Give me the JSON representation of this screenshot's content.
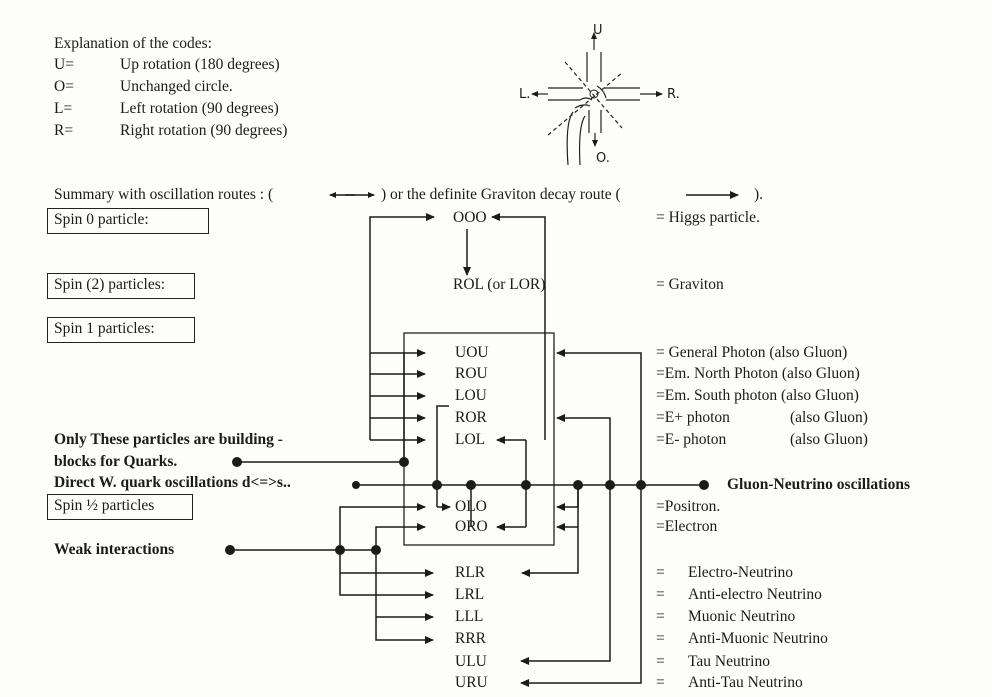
{
  "legend": {
    "heading": "Explanation of the codes:",
    "items": [
      {
        "code": "U=",
        "desc": "Up  rotation (180 degrees)"
      },
      {
        "code": "O=",
        "desc": "Unchanged circle."
      },
      {
        "code": "L=",
        "desc": "Left rotation (90 degrees)"
      },
      {
        "code": "R=",
        "desc": "Right rotation (90 degrees)"
      }
    ]
  },
  "sketch": {
    "u": "U",
    "l": "L.",
    "r": "R.",
    "o": "O."
  },
  "summary": {
    "text_a": "Summary with oscillation routes : (",
    "text_b": ") or the definite Graviton decay route (",
    "text_c": ")."
  },
  "categories": {
    "spin0": "Spin 0 particle:",
    "spin2": "Spin (2) particles:",
    "spin1": "Spin 1 particles:",
    "spinhalf": "Spin ½ particles"
  },
  "codes": {
    "ooo": "OOO",
    "rol": "ROL (or LOR)",
    "uou": "UOU",
    "rou": "ROU",
    "lou": "LOU",
    "ror": "ROR",
    "lol": "LOL",
    "olo": "OLO",
    "oro": "ORO",
    "rlr": "RLR",
    "lrl": "LRL",
    "lll": "LLL",
    "rrr": "RRR",
    "ulu": "ULU",
    "uru": "URU"
  },
  "names": {
    "higgs": "= Higgs particle.",
    "graviton": "= Graviton",
    "uou": "= General Photon (also Gluon)",
    "rou": "=Em. North Photon (also Gluon)",
    "lou": "=Em. South photon (also Gluon)",
    "ror_a": "=E+ photon",
    "ror_b": "(also Gluon)",
    "lol_a": "=E- photon",
    "lol_b": "(also Gluon)",
    "olo": "=Positron.",
    "oro": "=Electron",
    "rlr": "Electro-Neutrino",
    "lrl": "Anti-electro Neutrino",
    "lll": "Muonic Neutrino",
    "rrr": "Anti-Muonic Neutrino",
    "ulu": "Tau Neutrino",
    "uru": "Anti-Tau Neutrino",
    "eq": "="
  },
  "notes": {
    "building_1": "Only These particles are building -",
    "building_2": "blocks for Quarks.",
    "direct_w": "Direct W. quark oscillations d<=>s..",
    "gluon_neutrino": "Gluon-Neutrino oscillations",
    "weak": "Weak interactions"
  }
}
